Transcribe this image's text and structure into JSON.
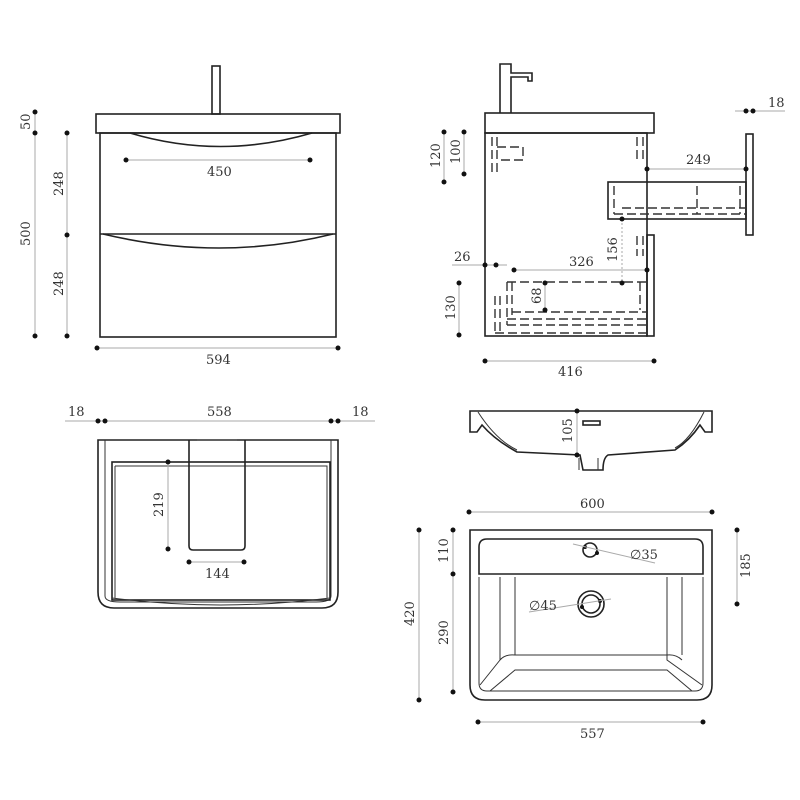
{
  "front_view": {
    "width_total": "594",
    "handle_spacing": "450",
    "height_top": "50",
    "height_total": "500",
    "drawer_top": "248",
    "drawer_bottom": "248"
  },
  "side_view": {
    "panel": "18",
    "drawer_extension": "249",
    "dim_120": "120",
    "dim_100": "100",
    "offset": "26",
    "drawer_depth": "326",
    "dim_156": "156",
    "dim_68": "68",
    "dim_130": "130",
    "depth": "416"
  },
  "top_view": {
    "left_side": "18",
    "inner_width": "558",
    "right_side": "18",
    "cutout_depth": "219",
    "cutout_width": "144"
  },
  "basin": {
    "bowl_depth": "105",
    "width": "600",
    "depth": "420",
    "tap_zone": "110",
    "bowl_length": "290",
    "waste_offset": "185",
    "inner_width": "557",
    "tap_hole": "∅35",
    "waste_hole": "∅45"
  }
}
